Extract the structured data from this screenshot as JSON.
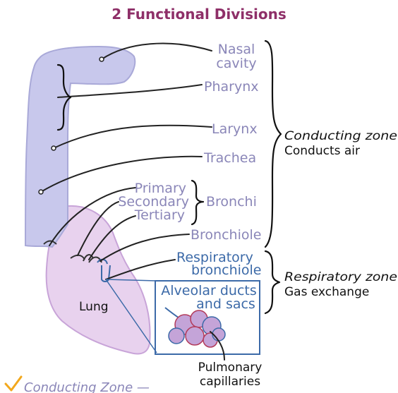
{
  "title": "2 Functional Divisions",
  "labels": {
    "nasal_line1": "Nasal",
    "nasal_line2": "cavity",
    "pharynx": "Pharynx",
    "larynx": "Larynx",
    "trachea": "Trachea",
    "primary": "Primary",
    "secondary": "Secondary",
    "tertiary": "Tertiary",
    "bronchi": "Bronchi",
    "bronchiole": "Bronchiole",
    "resp_line1": "Respiratory",
    "resp_line2": "bronchiole",
    "alveolar_line1": "Alveolar ducts",
    "alveolar_line2": "and sacs",
    "lung": "Lung",
    "pulm_line1": "Pulmonary",
    "pulm_line2": "capillaries"
  },
  "zones": {
    "conducting_name": "Conducting zone",
    "conducting_desc": "Conducts air",
    "respiratory_name": "Respiratory zone",
    "respiratory_desc": "Gas exchange"
  },
  "footer": {
    "check_icon": "checkmark-icon",
    "text": "Conducting Zone —"
  },
  "colors": {
    "title": "#8e2f68",
    "airway": "#c8c8ec",
    "lung": "#e8d2ee",
    "label_purple": "#8a86b8",
    "label_blue": "#3c6aa8",
    "checkmark": "#f2a81d"
  }
}
